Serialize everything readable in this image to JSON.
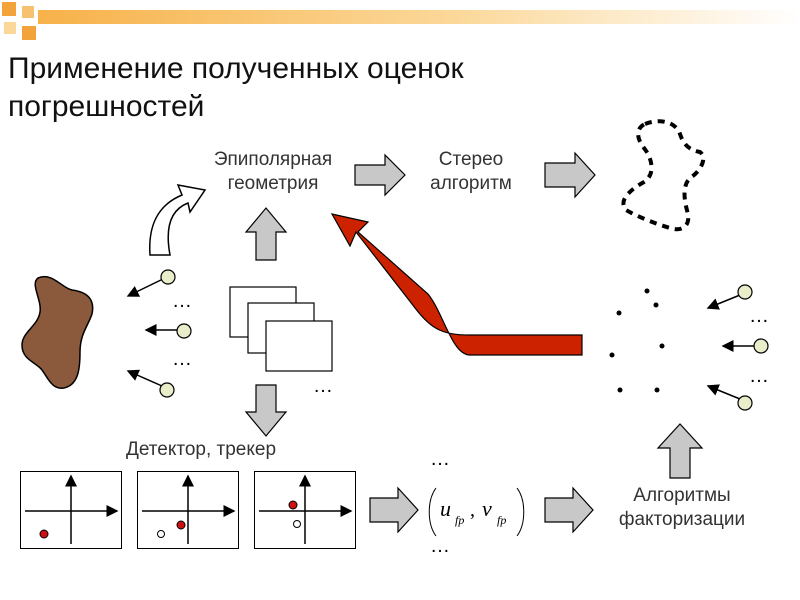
{
  "slide": {
    "title_line1": "Применение полученных оценок",
    "title_line2": "погрешностей"
  },
  "labels": {
    "epipolar": "Эпиполярная геометрия",
    "stereo": "Стерео алгоритм",
    "detector": "Детектор, трекер",
    "factorization": "Алгоритмы факторизации"
  },
  "ellipsis": "…",
  "formula": {
    "u": "u",
    "v": "v",
    "sub": "fp"
  },
  "colors": {
    "accent_red": "#cc2200",
    "brown_shape": "#8b5a3c",
    "arrow_gray": "#c8c8c8",
    "header_orange": "#f2a33a"
  }
}
